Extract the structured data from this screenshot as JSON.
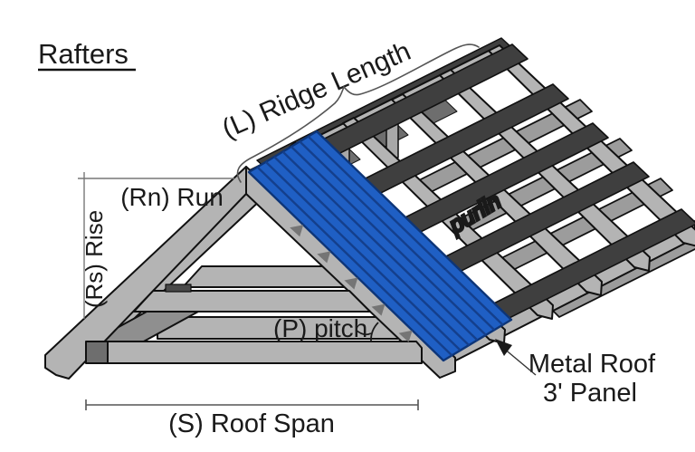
{
  "title": {
    "text": "Rafters"
  },
  "diagram": {
    "labels": {
      "ridge_length": "(L) Ridge Length",
      "run": "(Rn) Run",
      "rise": "(Rs) Rise",
      "pitch": "(P) pitch",
      "span": "(S) Roof Span",
      "purlin": "purlin",
      "panel_line1": "Metal Roof",
      "panel_line2": "3' Panel"
    },
    "colors": {
      "member_light": "#b4b4b4",
      "member_mid": "#9c9c9c",
      "member_post": "#a8a8a8",
      "member_shadow": "#8f8f8f",
      "member_dark_square": "#6e6e6e",
      "member_darker": "#4a4a4a",
      "purlin_dark": "#3f3f3f",
      "panel_blue": "#1f5fc4",
      "panel_rib": "#143f8c",
      "panel_edge": "#0d3578",
      "tooth_shadow": "#757575",
      "outline": "#111111",
      "dimension_line": "#6e6e6e",
      "text": "#1a1a1a"
    }
  }
}
